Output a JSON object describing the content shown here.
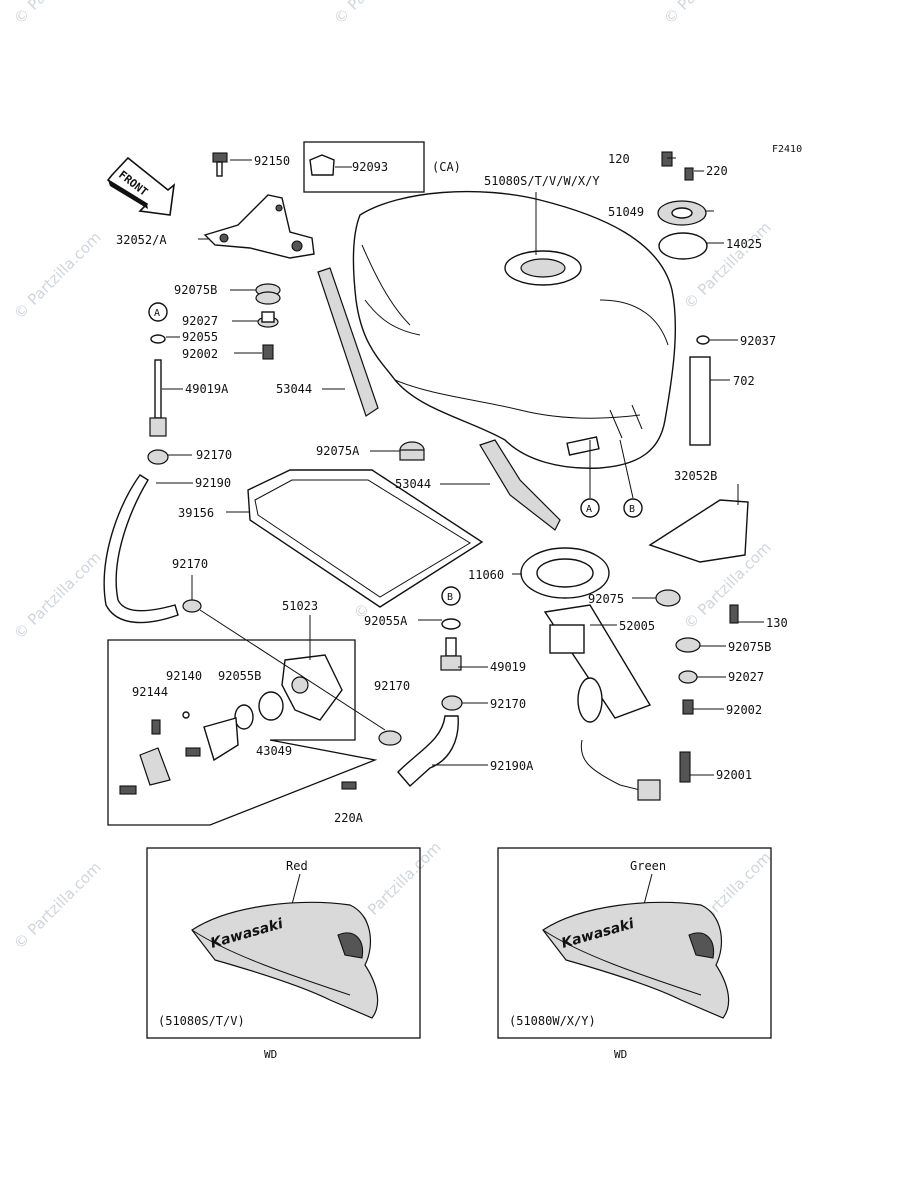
{
  "diagram_code": "F2410",
  "front_label": "FRONT",
  "watermark": "© Partzilla.com",
  "callouts": {
    "a": "A",
    "b": "B"
  },
  "parts": {
    "p92150": "92150",
    "p92093": "92093",
    "p92093_note": "(CA)",
    "p32052a": "32052/A",
    "p92075b": "92075B",
    "p92027": "92027",
    "p92055": "92055",
    "p92002": "92002",
    "p49019a": "49019A",
    "p53044_upper": "53044",
    "p92075a": "92075A",
    "p92170_left": "92170",
    "p92190": "92190",
    "p39156": "39156",
    "p53044_lower": "53044",
    "p92170_mid": "92170",
    "p51023": "51023",
    "p92140": "92140",
    "p92144": "92144",
    "p92055b": "92055B",
    "p43049": "43049",
    "p92170_right": "92170",
    "p220a": "220A",
    "p92055a": "92055A",
    "p49019": "49019",
    "p92170_b": "92170",
    "p92190a": "92190A",
    "p11060": "11060",
    "p52005": "52005",
    "p51080": "51080S/T/V/W/X/Y",
    "p120": "120",
    "p220": "220",
    "p51049": "51049",
    "p14025": "14025",
    "p92037": "92037",
    "p702": "702",
    "p32052b": "32052B",
    "p92075": "92075",
    "p130": "130",
    "p92075b_right": "92075B",
    "p92027_right": "92027",
    "p92002_right": "92002",
    "p92001": "92001"
  },
  "color_panels": [
    {
      "color": "Red",
      "brand": "Kawasaki",
      "codes": "(51080S/T/V)",
      "note": "WD"
    },
    {
      "color": "Green",
      "brand": "Kawasaki",
      "codes": "(51080W/X/Y)",
      "note": "WD"
    }
  ]
}
